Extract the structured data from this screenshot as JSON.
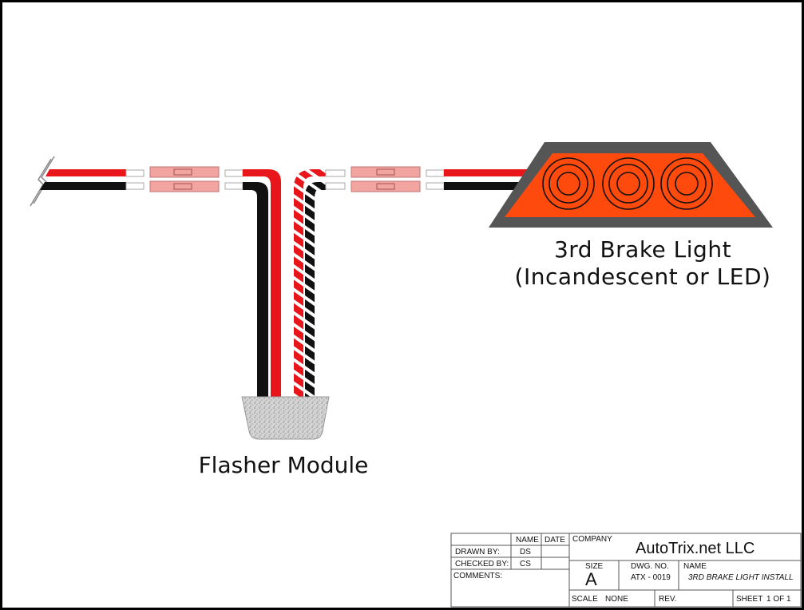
{
  "labels": {
    "brake_light_line1": "3rd  Brake Light",
    "brake_light_line2": "(Incandescent or LED)",
    "flasher_module": "Flasher Module"
  },
  "title_block": {
    "name_header": "NAME",
    "date_header": "DATE",
    "drawn_by_label": "DRAWN BY:",
    "drawn_by_value": "DS",
    "checked_by_label": "CHECKED BY:",
    "checked_by_value": "CS",
    "comments_label": "COMMENTS:",
    "company_label": "COMPANY",
    "company_name": "AutoTrix.net  LLC",
    "size_label": "SIZE",
    "size_value": "A",
    "dwg_no_label": "DWG. NO.",
    "dwg_no_value": "ATX - 0019",
    "name_label": "NAME",
    "name_value": "3RD BRAKE LIGHT INSTALL",
    "scale_label": "SCALE",
    "scale_value": "NONE",
    "rev_label": "REV.",
    "sheet_label": "SHEET",
    "sheet_value": "1 OF 1"
  },
  "colors": {
    "wire_red": "#e8151b",
    "wire_black": "#111111",
    "lamp_orange": "#ff4a0e",
    "lamp_housing": "#555555",
    "connector_pink": "#f2a4a0",
    "module_gray": "#cfcfcf"
  }
}
